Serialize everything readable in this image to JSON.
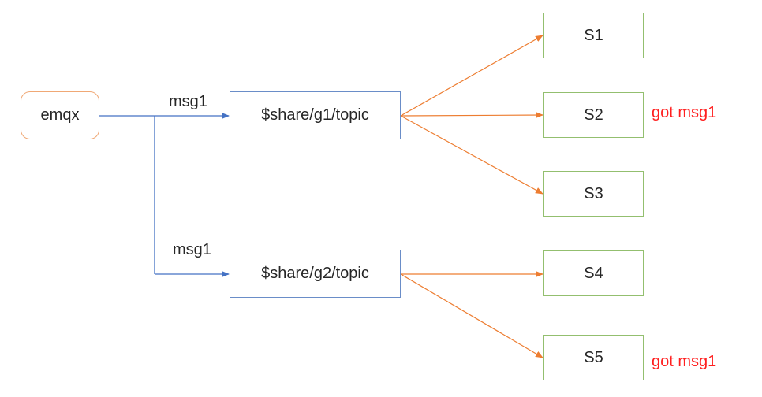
{
  "broker": {
    "label": "emqx"
  },
  "topics": [
    {
      "label": "$share/g1/topic"
    },
    {
      "label": "$share/g2/topic"
    }
  ],
  "edges": [
    {
      "label": "msg1"
    },
    {
      "label": "msg1"
    }
  ],
  "subscribers": [
    {
      "label": "S1"
    },
    {
      "label": "S2",
      "note": "got msg1"
    },
    {
      "label": "S3"
    },
    {
      "label": "S4"
    },
    {
      "label": "S5",
      "note": "got msg1"
    }
  ],
  "colors": {
    "broker_border": "#f0a875",
    "topic_border": "#6a8dc8",
    "subscriber_border": "#93bf6f",
    "blue_arrow": "#4472c4",
    "orange_arrow": "#ed7d31",
    "note_text": "#ff1f1f"
  }
}
